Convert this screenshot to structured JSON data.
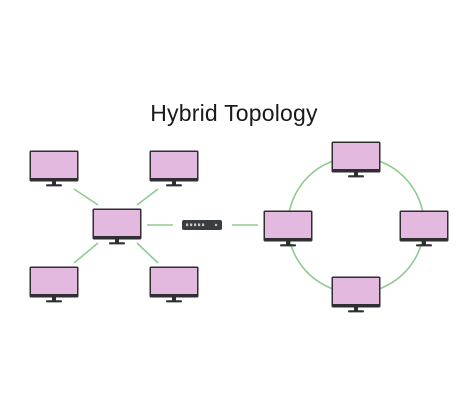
{
  "title": "Hybrid Topology",
  "colors": {
    "background": "#ffffff",
    "screen_fill": "#e3b9e0",
    "monitor_frame": "#2f2f33",
    "link": "#8fcb8f",
    "switch_body": "#3a3d42",
    "switch_port": "#c8c8c8"
  },
  "star": {
    "hub": "computer",
    "leaves": [
      "computer",
      "computer",
      "computer",
      "computer"
    ]
  },
  "bridge": {
    "device": "network-switch-icon"
  },
  "ring": {
    "nodes": [
      "computer",
      "computer",
      "computer",
      "computer"
    ]
  }
}
